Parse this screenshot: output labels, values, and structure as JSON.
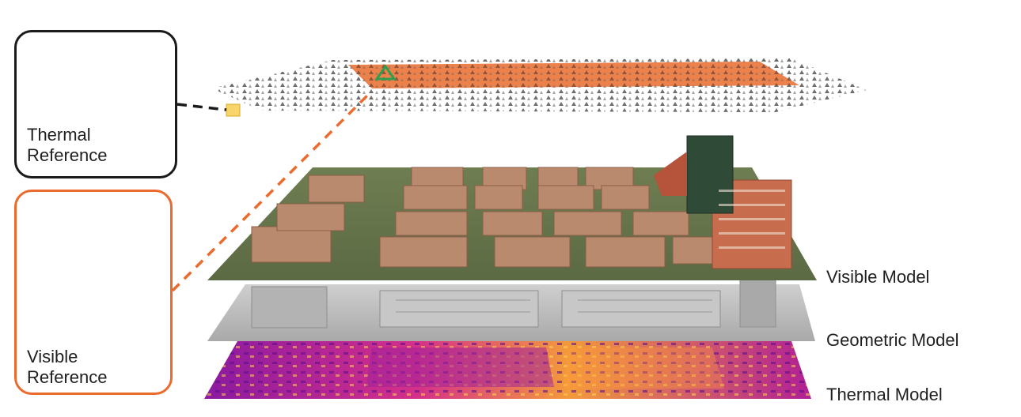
{
  "panels": {
    "thermal_reference": {
      "label": "Thermal\nReference"
    },
    "visible_reference": {
      "label": "Visible\nReference"
    }
  },
  "layers": {
    "visible_model": "Visible Model",
    "geometric_model": "Geometric Model",
    "thermal_model": "Thermal Model"
  },
  "colors": {
    "accent_orange": "#ea6b2d",
    "panel_border_dark": "#1a1a1a",
    "camera_marker_green": "#2e9e4f",
    "thermal_magenta": "#c0208a",
    "thermal_yellow": "#f5a623",
    "geometry_gray": "#bdbdbd"
  }
}
